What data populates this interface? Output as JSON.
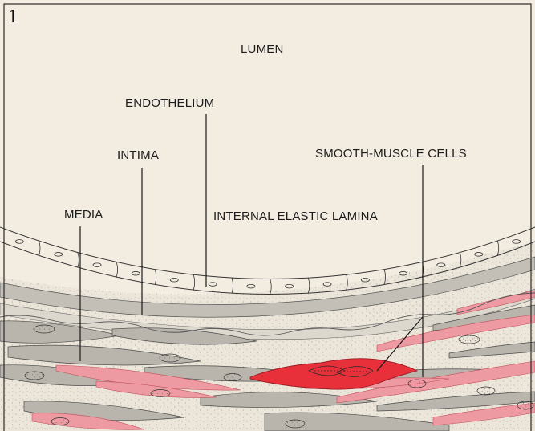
{
  "figure": {
    "panel_number": "1",
    "labels": {
      "lumen": "LUMEN",
      "endothelium": "ENDOTHELIUM",
      "intima": "INTIMA",
      "smooth_muscle_cells": "SMOOTH-MUSCLE CELLS",
      "media": "MEDIA",
      "internal_elastic_lamina": "INTERNAL ELASTIC LAMINA"
    },
    "colors": {
      "background": "#f3ece1",
      "smooth_muscle_red": "#e8303a",
      "smooth_muscle_pink": "#ee9aa2",
      "media_gray": "#b9b5ad",
      "line": "#1a1a1a"
    }
  }
}
